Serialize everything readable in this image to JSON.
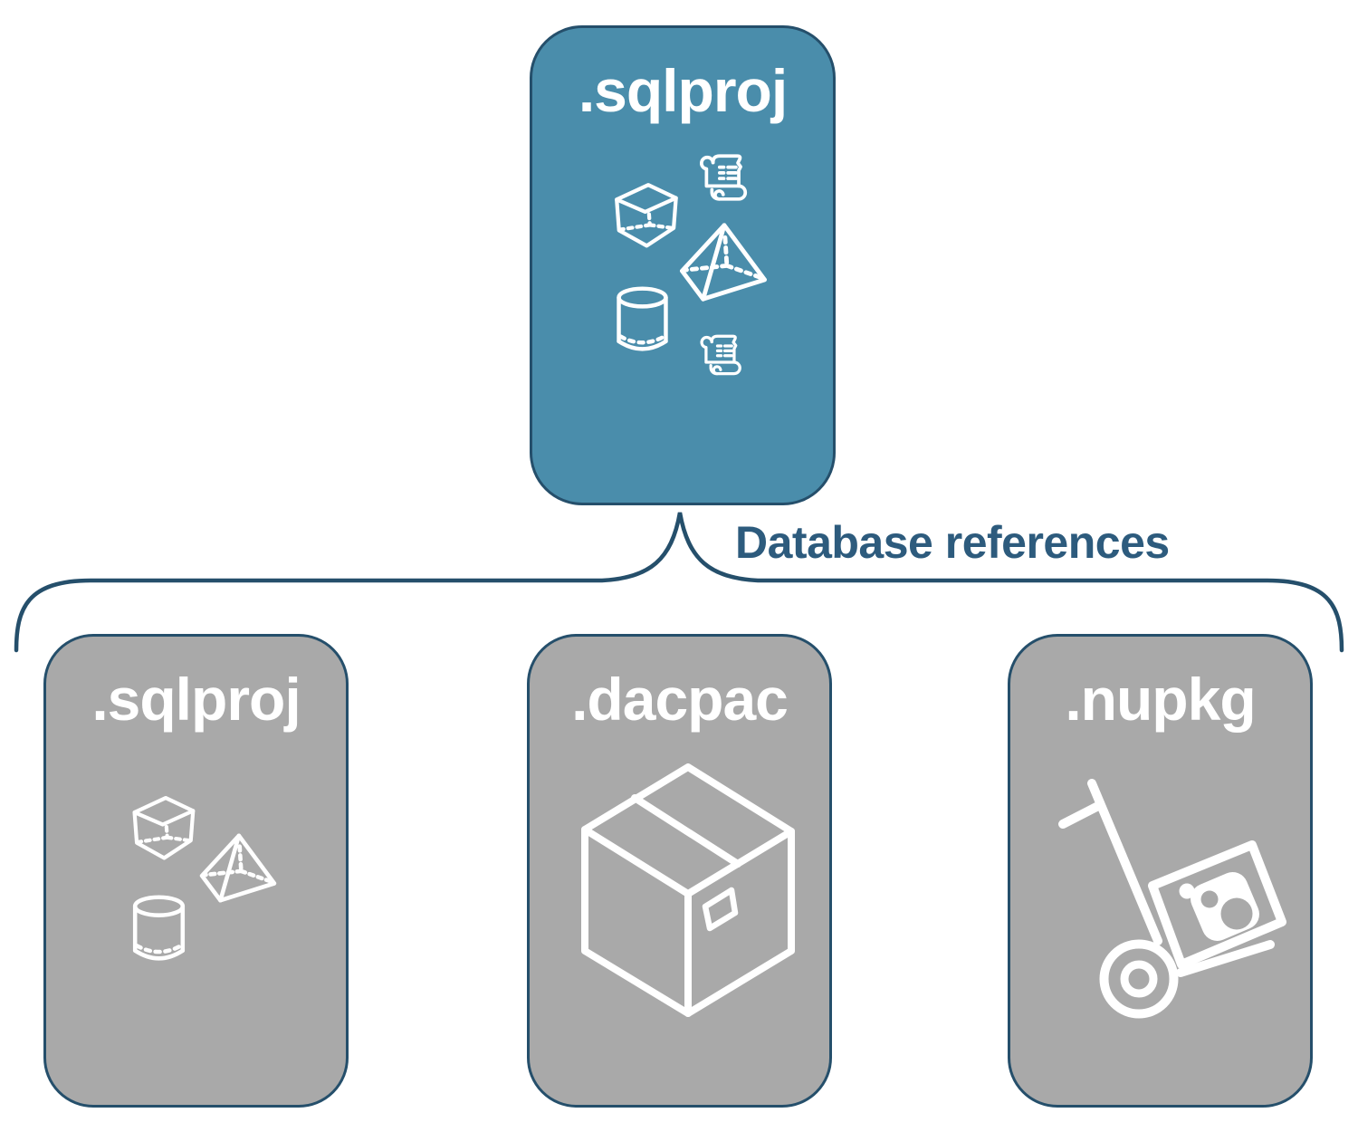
{
  "diagram": {
    "connector_label": "Database references",
    "parent": {
      "label": ".sqlproj",
      "icons": [
        "script-scroll-icon",
        "cube-icon",
        "pyramid-icon",
        "cylinder-icon",
        "script-scroll-icon"
      ]
    },
    "children": [
      {
        "label": ".sqlproj",
        "icons": [
          "cube-icon",
          "pyramid-icon",
          "cylinder-icon"
        ]
      },
      {
        "label": ".dacpac",
        "icons": [
          "package-box-icon"
        ]
      },
      {
        "label": ".nupkg",
        "icons": [
          "nuget-handtruck-icon"
        ]
      }
    ],
    "colors": {
      "parent_fill": "#4a8dab",
      "child_fill": "#a9a9a9",
      "outline": "#254f6b",
      "label_text": "#2d5b7d",
      "icon_stroke": "#ffffff"
    }
  }
}
